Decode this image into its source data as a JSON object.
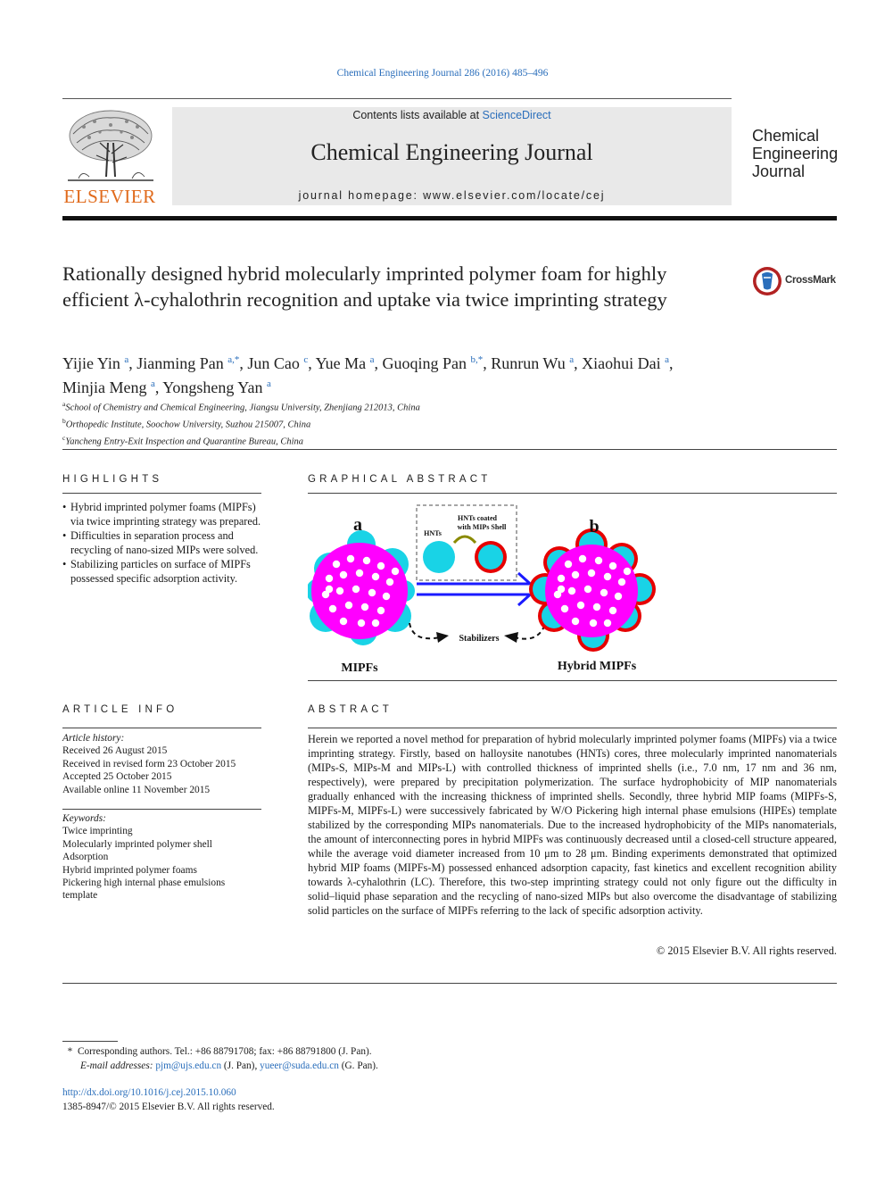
{
  "header": {
    "citation": "Chemical Engineering Journal 286 (2016) 485–496",
    "contents_prefix": "Contents lists available at ",
    "contents_link": "ScienceDirect",
    "journal_name": "Chemical Engineering Journal",
    "homepage": "journal homepage: www.elsevier.com/locate/cej",
    "publisher_logo_text": "ELSEVIER",
    "cover_title_line1": "Chemical",
    "cover_title_line2": "Engineering",
    "cover_title_line3": "Journal",
    "crossmark_label": "CrossMark"
  },
  "article": {
    "title": "Rationally designed hybrid molecularly imprinted polymer foam for highly efficient λ-cyhalothrin recognition and uptake via twice imprinting strategy",
    "authors": [
      {
        "name": "Yijie Yin",
        "sup": "a",
        "sep": ", "
      },
      {
        "name": "Jianming Pan",
        "sup": "a,*",
        "sep": ", "
      },
      {
        "name": "Jun Cao",
        "sup": "c",
        "sep": ", "
      },
      {
        "name": "Yue Ma",
        "sup": "a",
        "sep": ", "
      },
      {
        "name": "Guoqing Pan",
        "sup": "b,*",
        "sep": ", "
      },
      {
        "name": "Runrun Wu",
        "sup": "a",
        "sep": ", "
      },
      {
        "name": "Xiaohui Dai",
        "sup": "a",
        "sep": ","
      },
      {
        "name": "Minjia Meng",
        "sup": "a",
        "sep": ", "
      },
      {
        "name": "Yongsheng Yan",
        "sup": "a",
        "sep": ""
      }
    ],
    "affiliations": [
      {
        "sup": "a",
        "text": "School of Chemistry and Chemical Engineering, Jiangsu University, Zhenjiang 212013, China"
      },
      {
        "sup": "b",
        "text": "Orthopedic Institute, Soochow University, Suzhou 215007, China"
      },
      {
        "sup": "c",
        "text": "Yancheng Entry-Exit Inspection and Quarantine Bureau, China"
      }
    ]
  },
  "highlights": {
    "label": "HIGHLIGHTS",
    "items": [
      "Hybrid imprinted polymer foams (MIPFs) via twice imprinting strategy was prepared.",
      "Difficulties in separation process and recycling of nano-sized MIPs were solved.",
      "Stabilizing particles on surface of MIPFs possessed specific adsorption activity."
    ]
  },
  "graphical_abstract": {
    "label": "GRAPHICAL ABSTRACT",
    "panel_a": "a",
    "panel_b": "b",
    "left_caption": "MIPFs",
    "right_caption": "Hybrid MIPFs",
    "hnts_label": "HNTs",
    "hnts_coated_line1": "HNTs coated",
    "hnts_coated_line2": "with MIPs Shell",
    "stabilizers_label": "Stabilizers",
    "colors": {
      "foam": "#ff00ff",
      "hnt": "#19d3e6",
      "shell": "#e60000",
      "arrow": "#1a1aff"
    }
  },
  "article_info": {
    "label": "ARTICLE INFO",
    "history_title": "Article history:",
    "history": [
      "Received 26 August 2015",
      "Received in revised form 23 October 2015",
      "Accepted 25 October 2015",
      "Available online 11 November 2015"
    ],
    "keywords_title": "Keywords:",
    "keywords": [
      "Twice imprinting",
      "Molecularly imprinted polymer shell",
      "Adsorption",
      "Hybrid imprinted polymer foams",
      "Pickering high internal phase emulsions",
      "template"
    ]
  },
  "abstract": {
    "label": "ABSTRACT",
    "text": "Herein we reported a novel method for preparation of hybrid molecularly imprinted polymer foams (MIPFs) via a twice imprinting strategy. Firstly, based on halloysite nanotubes (HNTs) cores, three molecularly imprinted nanomaterials (MIPs-S, MIPs-M and MIPs-L) with controlled thickness of imprinted shells (i.e., 7.0 nm, 17 nm and 36 nm, respectively), were prepared by precipitation polymerization. The surface hydrophobicity of MIP nanomaterials gradually enhanced with the increasing thickness of imprinted shells. Secondly, three hybrid MIP foams (MIPFs-S, MIPFs-M, MIPFs-L) were successively fabricated by W/O Pickering high internal phase emulsions (HIPEs) template stabilized by the corresponding MIPs nanomaterials. Due to the increased hydrophobicity of the MIPs nanomaterials, the amount of interconnecting pores in hybrid MIPFs was continuously decreased until a closed-cell structure appeared, while the average void diameter increased from 10 μm to 28 μm. Binding experiments demonstrated that optimized hybrid MIP foams (MIPFs-M) possessed enhanced adsorption capacity, fast kinetics and excellent recognition ability towards λ-cyhalothrin (LC). Therefore, this two-step imprinting strategy could not only figure out the difficulty in solid–liquid phase separation and the recycling of nano-sized MIPs but also overcome the disadvantage of stabilizing solid particles on the surface of MIPFs referring to the lack of specific adsorption activity.",
    "copyright": "© 2015 Elsevier B.V. All rights reserved."
  },
  "footnotes": {
    "corresponding_mark": "*",
    "corresponding": "Corresponding authors. Tel.: +86 88791708; fax: +86 88791800 (J. Pan).",
    "email_label": "E-mail addresses:",
    "email1": "pjm@ujs.edu.cn",
    "email1_who": " (J. Pan), ",
    "email2": "yueer@suda.edu.cn",
    "email2_who": " (G. Pan).",
    "doi": "http://dx.doi.org/10.1016/j.cej.2015.10.060",
    "issn": "1385-8947/© 2015 Elsevier B.V. All rights reserved."
  }
}
